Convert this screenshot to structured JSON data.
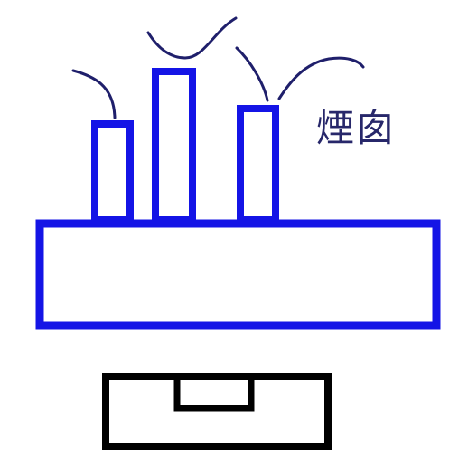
{
  "label": "煙囱",
  "colors": {
    "structure": "#1414e6",
    "smoke": "#1f1f6b",
    "label": "#27276a",
    "base": "#000000"
  },
  "icons": [
    "smoke-wisp",
    "chimney",
    "furnace-body",
    "stove-base"
  ]
}
